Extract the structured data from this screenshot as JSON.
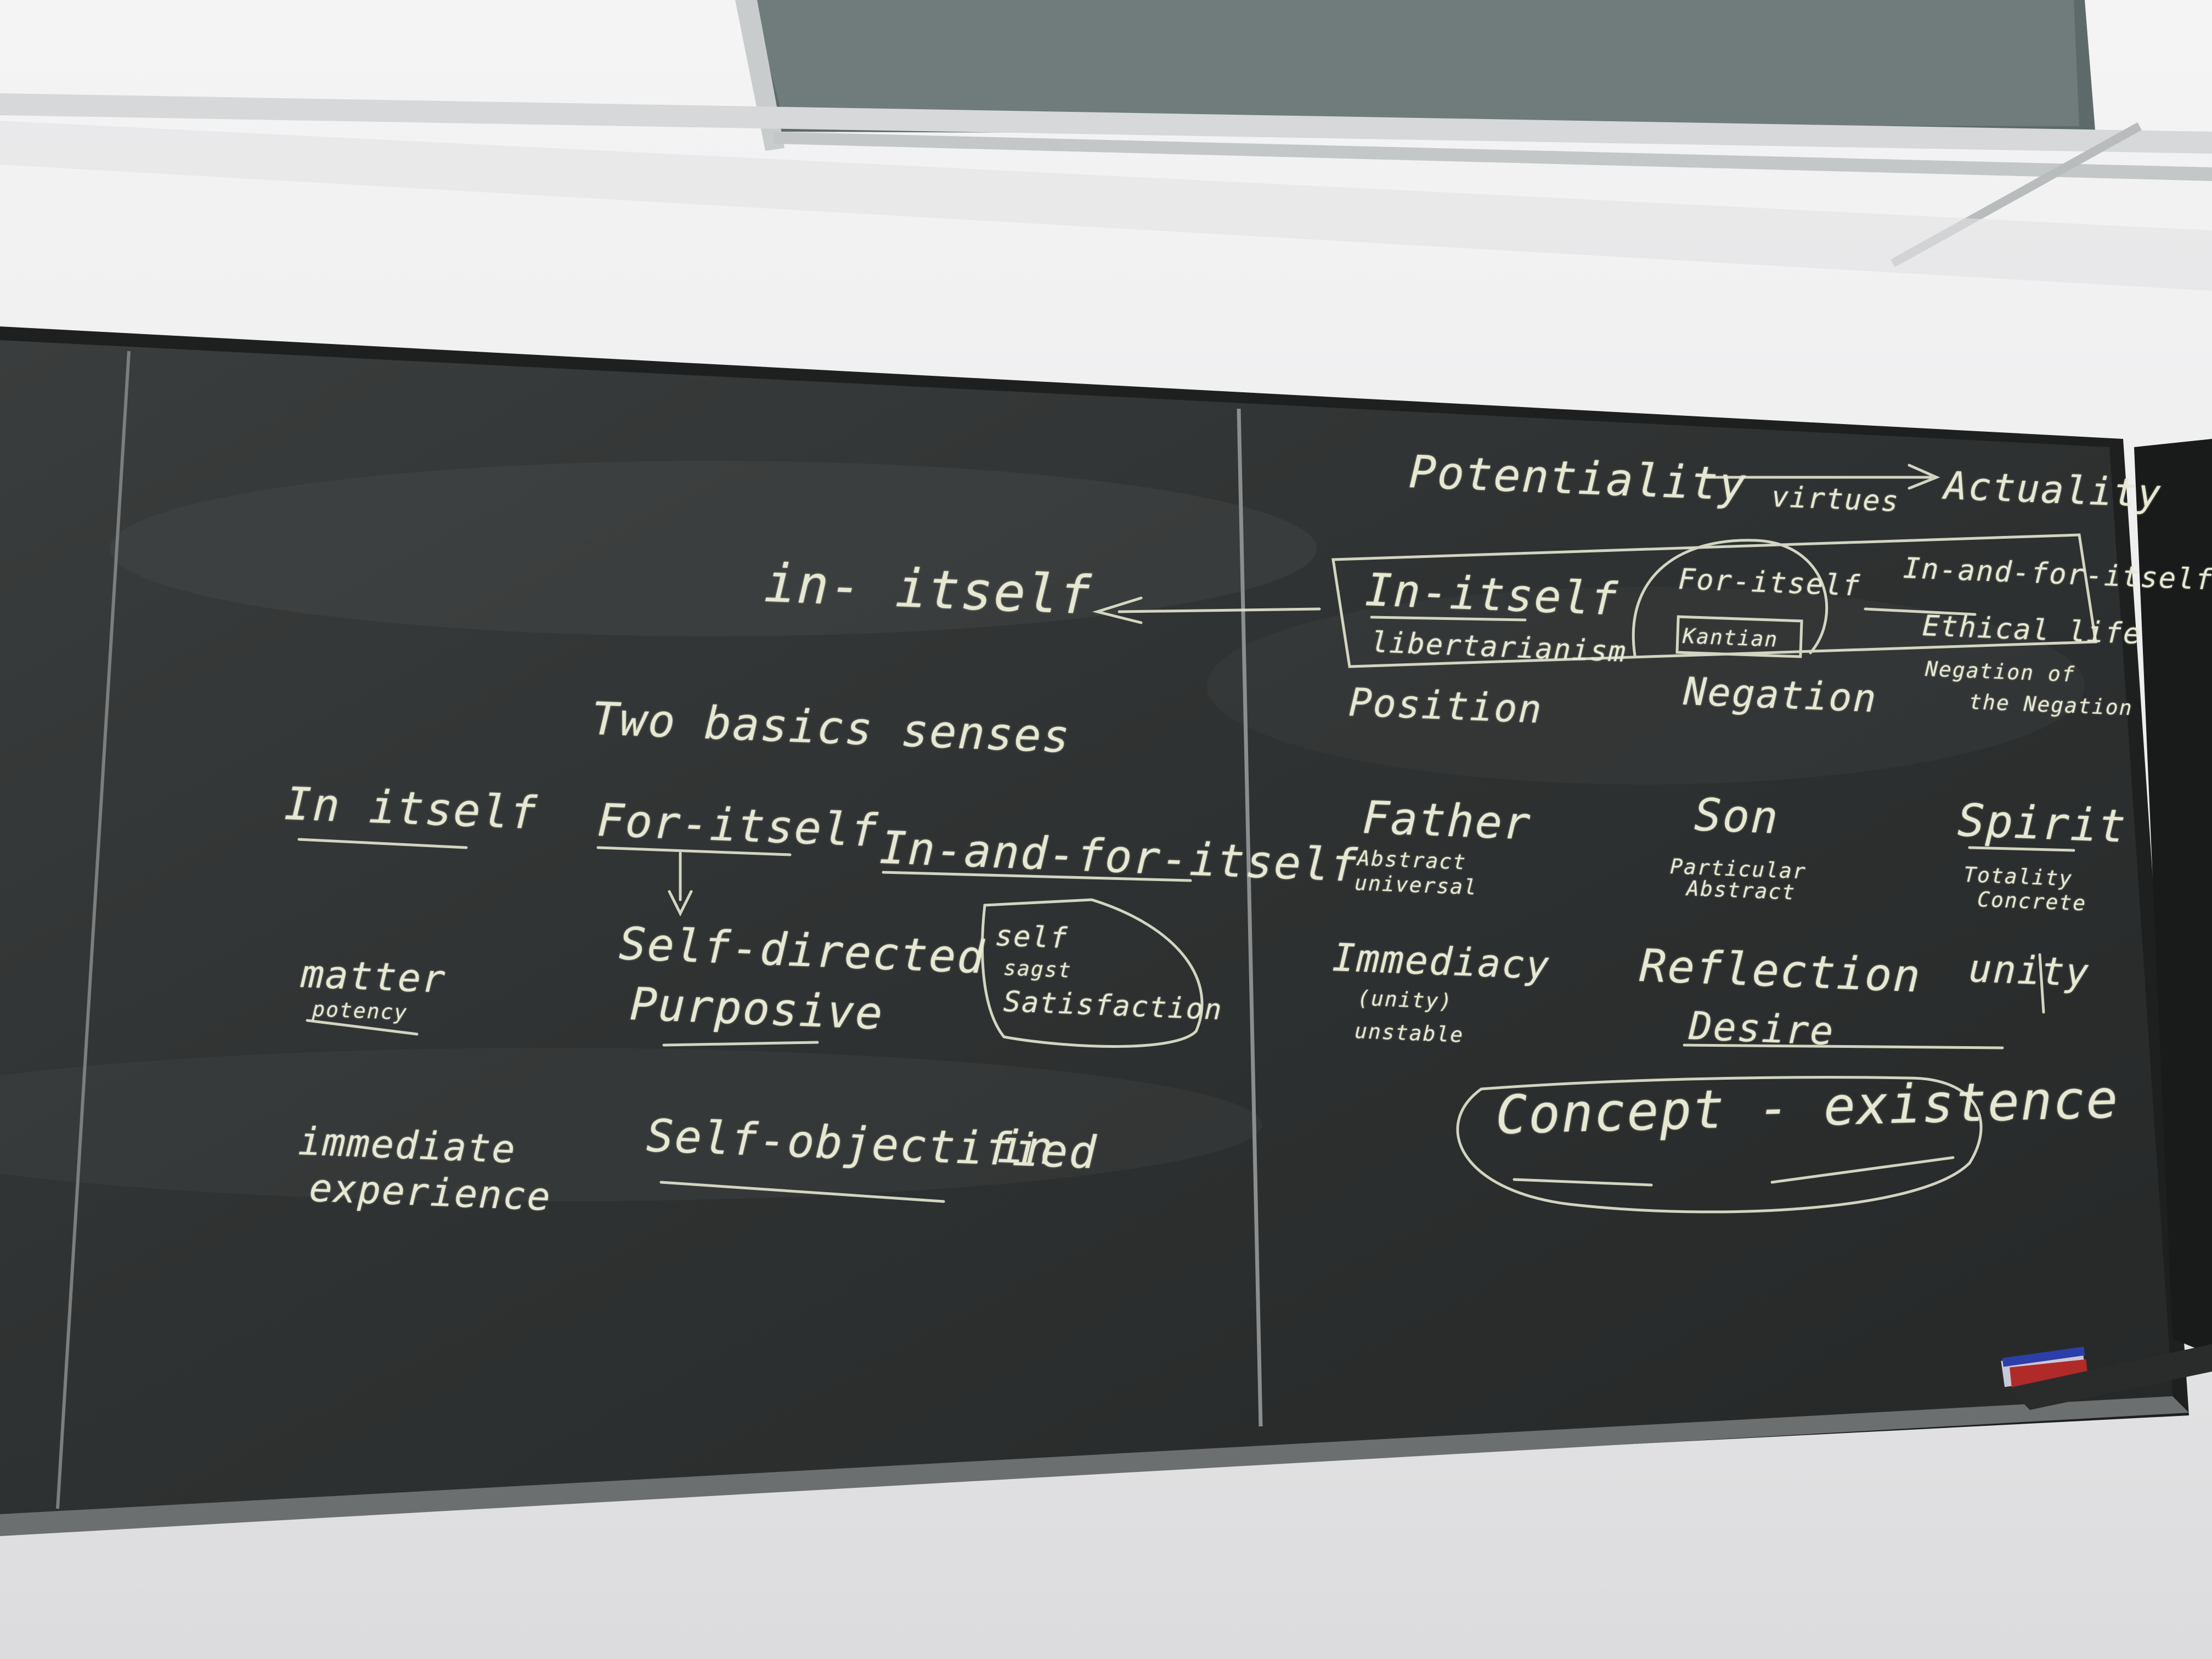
{
  "board": {
    "left": {
      "heading": "in- itself",
      "subheading": "Two basics senses",
      "columns": [
        "In itself",
        "For-itself",
        "In-and-for-itself"
      ],
      "matter": "matter",
      "potency": "potency",
      "self_directed": "Self-directed",
      "purposive": "Purposive",
      "satisfaction_bubble": [
        "self",
        "sagst",
        "Satisfaction"
      ],
      "immediate": "immediate",
      "experience": "experience",
      "self_objectified": "Self-objectified",
      "in": "in"
    },
    "right": {
      "potentiality": "Potentiality",
      "virtues": "virtues",
      "actuality": "Actuality",
      "triad": [
        "In-itself",
        "For-itself",
        "In-and-for-itself"
      ],
      "libertarianism": "libertarianism",
      "kantian": "Kantian",
      "ethical_life": "Ethical life",
      "position": "Position",
      "negation": "Negation",
      "negation_of_negation": [
        "Negation of",
        "the Negation"
      ],
      "father": "Father",
      "son": "Son",
      "spirit": "Spirit",
      "abstract_universal": [
        "Abstract",
        "universal"
      ],
      "particular_abstract": [
        "Particular",
        "Abstract"
      ],
      "totality_concrete": [
        "Totality",
        "Concrete"
      ],
      "immediacy": "Immediacy",
      "unity_paren": "(unity)",
      "unstable": "unstable",
      "reflection": "Reflection",
      "unity": "unity",
      "desire": "Desire",
      "concept_existence": "Concept - existence"
    }
  }
}
